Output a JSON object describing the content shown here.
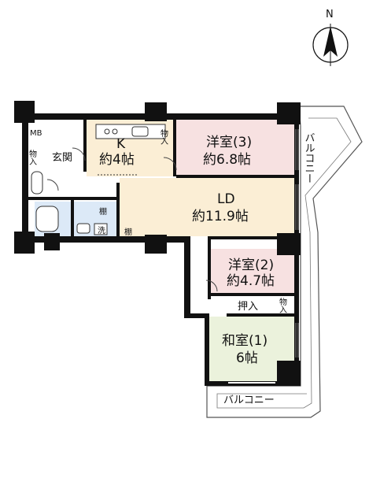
{
  "compass": {
    "north_label": "N"
  },
  "rooms": {
    "kitchen": {
      "name": "K",
      "size": "約4帖"
    },
    "western3": {
      "name": "洋室(3)",
      "size": "約6.8帖"
    },
    "ld": {
      "name": "LD",
      "size": "約11.9帖"
    },
    "western2": {
      "name": "洋室(2)",
      "size": "約4.7帖"
    },
    "japanese1": {
      "name": "和室(1)",
      "size": "6帖"
    }
  },
  "labels": {
    "entrance": "玄関",
    "storage": "物入",
    "mb": "MB",
    "shelf": "棚",
    "wash": "洗",
    "closet": "押入",
    "balcony": "バルコニー"
  },
  "colors": {
    "wall": "#111111",
    "floor_pink": "#f7e1e1",
    "floor_beige": "#fbeed5",
    "floor_green": "#ebf2dc",
    "floor_blue": "#dce9f7",
    "floor_white": "#ffffff",
    "balcony_line": "#555555"
  }
}
